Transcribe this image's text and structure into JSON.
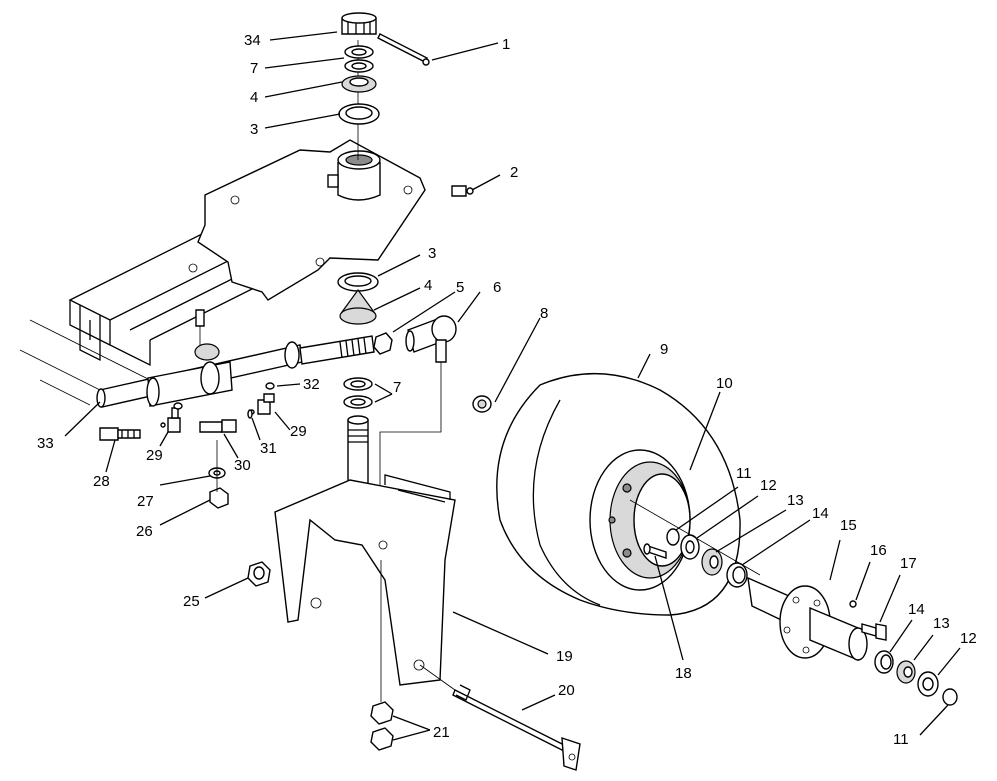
{
  "callouts": [
    {
      "id": "c34",
      "text": "34"
    },
    {
      "id": "c1",
      "text": "1"
    },
    {
      "id": "c7a",
      "text": "7"
    },
    {
      "id": "c4a",
      "text": "4"
    },
    {
      "id": "c3a",
      "text": "3"
    },
    {
      "id": "c2",
      "text": "2"
    },
    {
      "id": "c3b",
      "text": "3"
    },
    {
      "id": "c4b",
      "text": "4"
    },
    {
      "id": "c5",
      "text": "5"
    },
    {
      "id": "c6",
      "text": "6"
    },
    {
      "id": "c8",
      "text": "8"
    },
    {
      "id": "c9",
      "text": "9"
    },
    {
      "id": "c10",
      "text": "10"
    },
    {
      "id": "c32",
      "text": "32"
    },
    {
      "id": "c7b",
      "text": "7"
    },
    {
      "id": "c33",
      "text": "33"
    },
    {
      "id": "c29a",
      "text": "29"
    },
    {
      "id": "c31",
      "text": "31"
    },
    {
      "id": "c29b",
      "text": "29"
    },
    {
      "id": "c28",
      "text": "28"
    },
    {
      "id": "c30",
      "text": "30"
    },
    {
      "id": "c27",
      "text": "27"
    },
    {
      "id": "c26",
      "text": "26"
    },
    {
      "id": "c11a",
      "text": "11"
    },
    {
      "id": "c12a",
      "text": "12"
    },
    {
      "id": "c13a",
      "text": "13"
    },
    {
      "id": "c14a",
      "text": "14"
    },
    {
      "id": "c15",
      "text": "15"
    },
    {
      "id": "c16",
      "text": "16"
    },
    {
      "id": "c17",
      "text": "17"
    },
    {
      "id": "c25",
      "text": "25"
    },
    {
      "id": "c18",
      "text": "18"
    },
    {
      "id": "c14b",
      "text": "14"
    },
    {
      "id": "c13b",
      "text": "13"
    },
    {
      "id": "c12b",
      "text": "12"
    },
    {
      "id": "c19",
      "text": "19"
    },
    {
      "id": "c20",
      "text": "20"
    },
    {
      "id": "c21",
      "text": "21"
    },
    {
      "id": "c11b",
      "text": "11"
    }
  ]
}
